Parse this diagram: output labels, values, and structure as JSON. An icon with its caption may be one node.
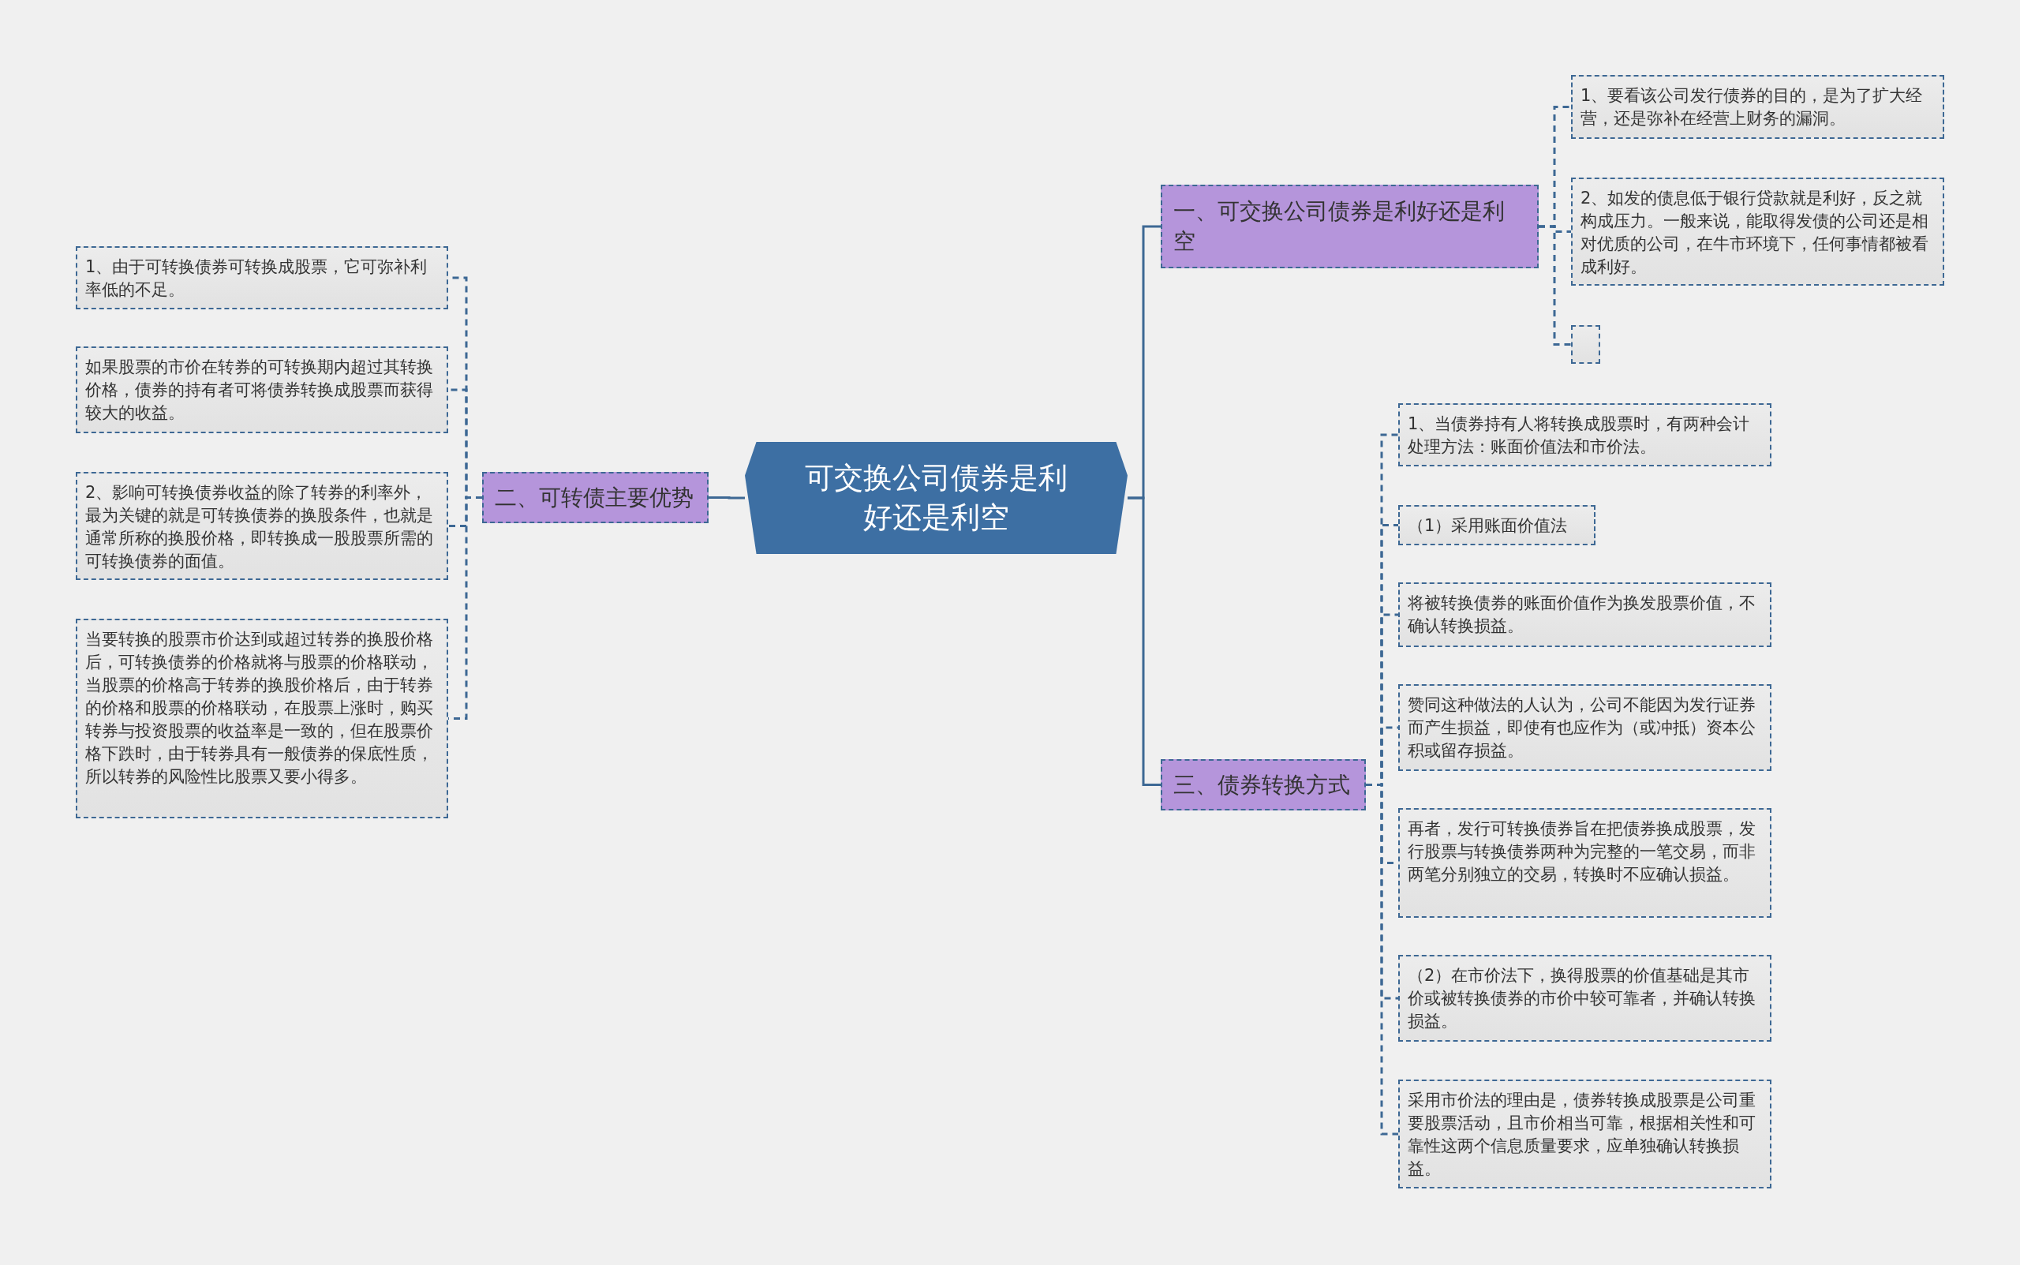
{
  "diagram": {
    "nodes": [
      {
        "text": [
          "可交换公司债券是利好还是利空"
        ]
      },
      {
        "text": [
          "一、可交换公司债券是利好还是利空"
        ]
      },
      {
        "text": [
          "1、要看该公司发行债券的目的，是为了扩大经营，还是弥补在经营上财务的漏洞。"
        ]
      },
      {
        "text": [
          "2、如发的债息低于银行贷款就是利好，反之就构成压力。一般来说，能取得发债的公司还是相对优质的公司，在牛市环境下，任何事情都被看成利好。"
        ]
      },
      {
        "text": [],
        "shape": "box"
      },
      {
        "text": [
          "二、可转债主要优势"
        ]
      },
      {
        "text": [
          "1、由于可转换债券可转换成股票，它可弥补利率低的不足。"
        ]
      },
      {
        "text": [
          "如果股票的市价在转券的可转换期内超过其转换价格，债券的持有者可将债券转换成股票而获得较大的收益。"
        ]
      },
      {
        "text": [
          "2、影响可转换债券收益的除了转券的利率外，最为关键的就是可转换债券的换股条件，也就是通常所称的换股价格，即转换成一股股票所需的可转换债券的面值。"
        ]
      },
      {
        "text": [
          "当要转换的股票市价达到或超过转券的换股价格后，可转换债券的价格就将与股票的价格联动，当股票的价格高于转券的换股价格后，由于转券的价格和股票的价格联动，在股票上涨时，购买转券与投资股票的收益率是一致的，但在股票价格下跌时，由于转券具有一般债券的保底性质，所以转券的风险性比股票又要小得多。"
        ]
      },
      {
        "text": [
          "三、债券转换方式"
        ]
      },
      {
        "text": [
          "1、当债券持有人将转换成股票时，有两种会计处理方法：账面价值法和市价法。"
        ]
      },
      {
        "text": [
          "（1）采用账面价值法"
        ]
      },
      {
        "text": [
          "将被转换债券的账面价值作为换发股票价值，不确认转换损益。"
        ]
      },
      {
        "text": [
          "赞同这种做法的人认为，公司不能因为发行证券而产生损益，即使有也应作为（或冲抵）资本公积或留存损益。"
        ]
      },
      {
        "text": [
          "再者，发行可转换债券旨在把债券换成股票，发行股票与转换债券两种为完整的一笔交易，而非两笔分别独立的交易，转换时不应确认损益。"
        ]
      },
      {
        "text": [
          "（2）在市价法下，换得股票的价值基础是其市价或被转换债券的市价中较可靠者，并确认转换损益。"
        ]
      },
      {
        "text": [
          "采用市价法的理由是，债券转换成股票是公司重要股票活动，且市价相当可靠，根据相关性和可靠性这两个信息质量要求，应单独确认转换损益。"
        ]
      }
    ],
    "edges": [
      {
        "from": 0,
        "to": 1,
        "arrow": "none"
      },
      {
        "from": 1,
        "to": 2,
        "arrow": "none",
        "style": "dashed"
      },
      {
        "from": 1,
        "to": 3,
        "arrow": "none",
        "style": "dashed"
      },
      {
        "from": 1,
        "to": 4,
        "arrow": "none",
        "style": "dashed"
      },
      {
        "from": 0,
        "to": 5,
        "arrow": "none"
      },
      {
        "from": 5,
        "to": 6,
        "arrow": "none",
        "style": "dashed"
      },
      {
        "from": 5,
        "to": 7,
        "arrow": "none",
        "style": "dashed"
      },
      {
        "from": 5,
        "to": 8,
        "arrow": "none",
        "style": "dashed"
      },
      {
        "from": 5,
        "to": 9,
        "arrow": "none",
        "style": "dashed"
      },
      {
        "from": 0,
        "to": 10,
        "arrow": "none"
      },
      {
        "from": 10,
        "to": 11,
        "arrow": "none",
        "style": "dashed"
      },
      {
        "from": 10,
        "to": 12,
        "arrow": "none",
        "style": "dashed"
      },
      {
        "from": 10,
        "to": 13,
        "arrow": "none",
        "style": "dashed"
      },
      {
        "from": 10,
        "to": 14,
        "arrow": "none",
        "style": "dashed"
      },
      {
        "from": 10,
        "to": 15,
        "arrow": "none",
        "style": "dashed"
      },
      {
        "from": 10,
        "to": 16,
        "arrow": "none",
        "style": "dashed"
      },
      {
        "from": 10,
        "to": 17,
        "arrow": "none",
        "style": "dashed"
      }
    ]
  }
}
